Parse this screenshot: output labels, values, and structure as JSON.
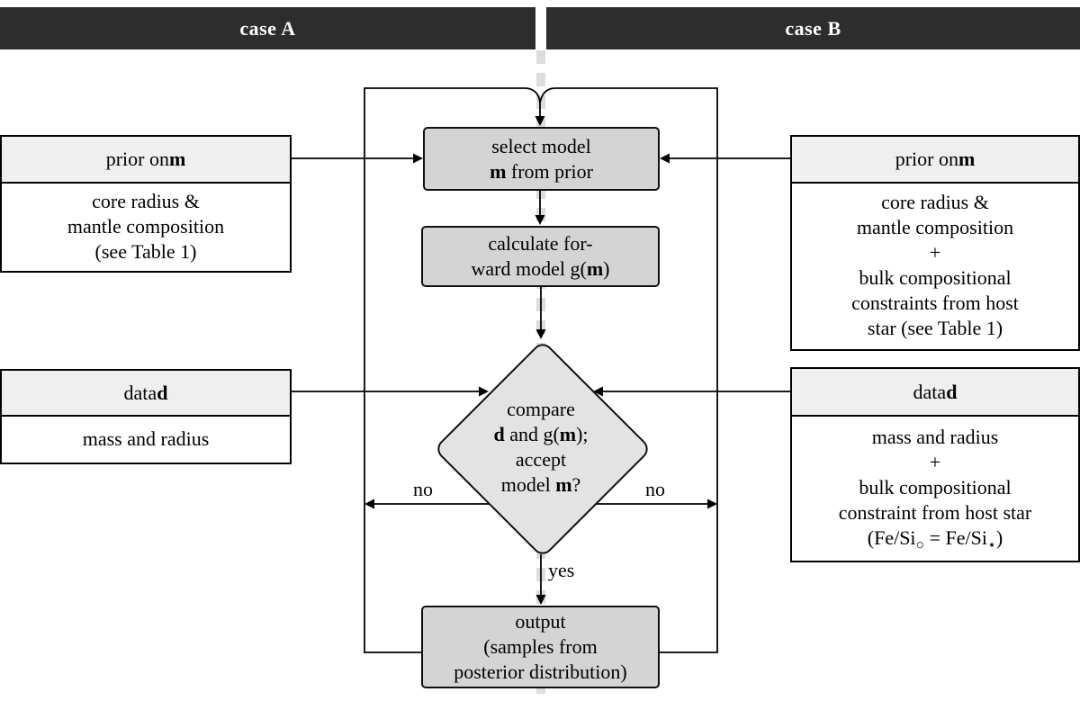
{
  "headers": {
    "case_a": "case A",
    "case_b": "case B"
  },
  "left_panel": {
    "prior": {
      "title_prefix": "prior on ",
      "title_bold": "m",
      "line1": "core radius &",
      "line2": "mantle composition",
      "line3": "(see Table 1)"
    },
    "data": {
      "title_prefix": "data ",
      "title_bold": "d",
      "line1": "mass and radius"
    }
  },
  "right_panel": {
    "prior": {
      "title_prefix": "prior on ",
      "title_bold": "m",
      "line1": "core radius &",
      "line2": "mantle composition",
      "line3": "+",
      "line4": "bulk compositional",
      "line5": "constraints from host",
      "line6": "star (see Table 1)"
    },
    "data": {
      "title_prefix": "data ",
      "title_bold": "d",
      "line1": "mass and radius",
      "line2": "+",
      "line3": "bulk compositional",
      "line4": "constraint from host star",
      "formula_p1": "(Fe/Si",
      "formula_sub1": "○",
      "formula_p2": " = Fe/Si",
      "formula_sub2": "⋆",
      "formula_p3": ")"
    }
  },
  "flowchart": {
    "select": {
      "line1": "select model",
      "line2_bold": "m",
      "line2_rest": " from prior"
    },
    "calculate": {
      "line1": "calculate for-",
      "line2_pre": "ward model g(",
      "line2_bold": "m",
      "line2_post": ")"
    },
    "decision": {
      "line1": "compare",
      "line2_bold1": "d",
      "line2_mid": " and g(",
      "line2_bold2": "m",
      "line2_end": ");",
      "line3": "accept",
      "line4_pre": "model ",
      "line4_bold": "m",
      "line4_post": "?"
    },
    "output": {
      "line1": "output",
      "line2": "(samples from",
      "line3": "posterior distribution)"
    },
    "labels": {
      "no_left": "no",
      "no_right": "no",
      "yes": "yes"
    }
  },
  "colors": {
    "header_bg": "#2d2d2d",
    "box_fill": "#d4d4d4",
    "diamond_fill": "#e3e3e3",
    "side_header_fill": "#efefef",
    "divider_dash": "#dcdcdc",
    "line": "#000000"
  }
}
